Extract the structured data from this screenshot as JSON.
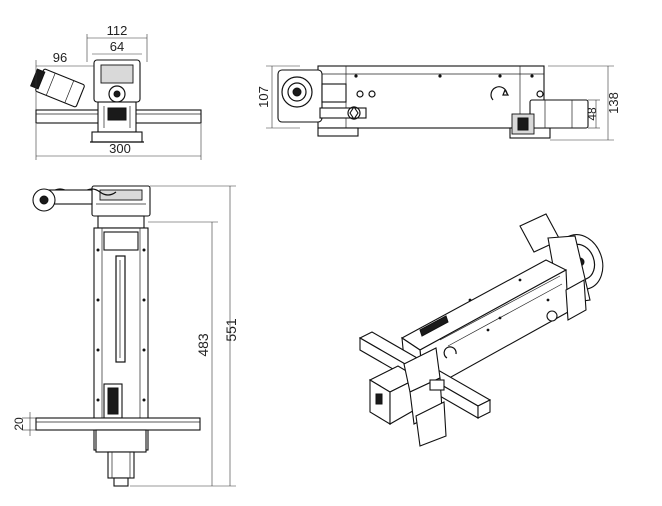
{
  "dimensions": {
    "top_overall_width": "112",
    "top_inner_width": "64",
    "top_motor_offset": "96",
    "top_rail_length": "300",
    "side_height": "107",
    "side_total_height": "138",
    "side_motor_height": "48",
    "front_inner_length": "483",
    "front_total_length": "551",
    "front_rail_height": "20"
  },
  "colors": {
    "line": "#111111",
    "dimension": "#333333",
    "background": "#ffffff"
  }
}
